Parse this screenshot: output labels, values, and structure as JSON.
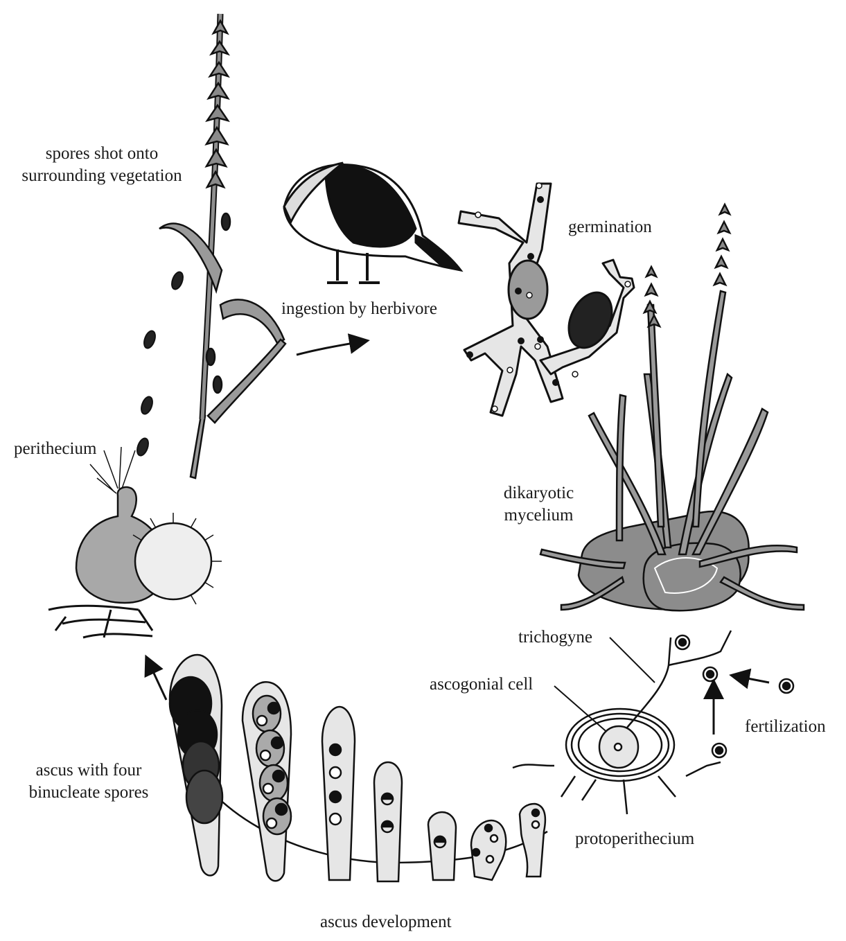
{
  "labels": {
    "spores_shot": "spores shot onto\nsurrounding vegetation",
    "ingestion": "ingestion by herbivore",
    "germination": "germination",
    "perithecium": "perithecium",
    "dikaryotic": "dikaryotic\nmycelium",
    "trichogyne": "trichogyne",
    "ascogonial": "ascogonial cell",
    "fertilization": "fertilization",
    "ascus_four": "ascus with four\nbinucleate spores",
    "protoperithecium": "protoperithecium",
    "ascus_development": "ascus development"
  },
  "colors": {
    "ink": "#111111",
    "dark_fill": "#1c1c1c",
    "mid_gray": "#8c8c8c",
    "light_gray": "#bdbdbd",
    "pale": "#e6e6e6"
  }
}
